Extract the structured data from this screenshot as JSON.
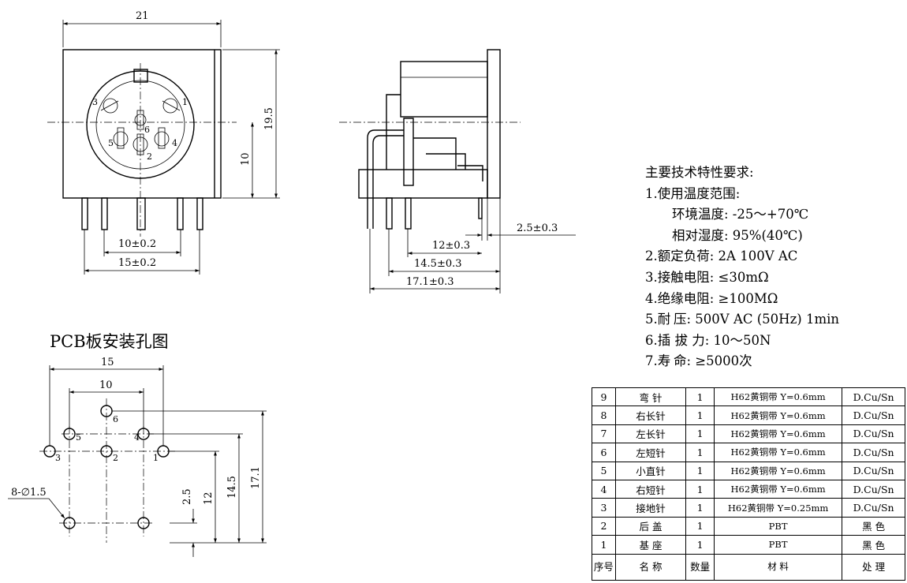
{
  "front_view": {
    "dim_width": "21",
    "dim_height": "19.5",
    "dim_center": "10",
    "dim_pins_inner": "10±0.2",
    "dim_pins_outer": "15±0.2",
    "pin_numbers": [
      "1",
      "2",
      "3",
      "4",
      "5",
      "6"
    ]
  },
  "side_view": {
    "dim_offset": "2.5±0.3",
    "dim_12": "12±0.3",
    "dim_14_5": "14.5±0.3",
    "dim_17_1": "17.1±0.3"
  },
  "pcb": {
    "title": "PCB板安装孔图",
    "dim_15": "15",
    "dim_10": "10",
    "dim_hole": "8-∅1.5",
    "dim_2_5": "2.5",
    "dim_12": "12",
    "dim_14_5": "14.5",
    "dim_17_1": "17.1",
    "hole_labels": [
      "6",
      "5",
      "4",
      "3",
      "2",
      "1"
    ]
  },
  "specs": {
    "heading": "主要技术特性要求:",
    "item1": "1.使用温度范围:",
    "item1a": "环境温度: -25～+70℃",
    "item1b": "相对湿度: 95%(40℃)",
    "item2": "2.额定负荷: 2A 100V AC",
    "item3": "3.接触电阻: ≤30mΩ",
    "item4": "4.绝缘电阻: ≥100MΩ",
    "item5_a": "5.耐",
    "item5_b": "压: 500V AC (50Hz) 1min",
    "item6": "6.插 拔 力: 10～50N",
    "item7_a": "7.寿",
    "item7_b": "命: ≥5000次"
  },
  "bom": {
    "rows": [
      {
        "no": "9",
        "name": "弯 针",
        "qty": "1",
        "material": "H62黄铜带 Y=0.6mm",
        "finish": "D.Cu/Sn"
      },
      {
        "no": "8",
        "name": "右长针",
        "qty": "1",
        "material": "H62黄铜带 Y=0.6mm",
        "finish": "D.Cu/Sn"
      },
      {
        "no": "7",
        "name": "左长针",
        "qty": "1",
        "material": "H62黄铜带 Y=0.6mm",
        "finish": "D.Cu/Sn"
      },
      {
        "no": "6",
        "name": "左短针",
        "qty": "1",
        "material": "H62黄铜带 Y=0.6mm",
        "finish": "D.Cu/Sn"
      },
      {
        "no": "5",
        "name": "小直针",
        "qty": "1",
        "material": "H62黄铜带 Y=0.6mm",
        "finish": "D.Cu/Sn"
      },
      {
        "no": "4",
        "name": "右短针",
        "qty": "1",
        "material": "H62黄铜带 Y=0.6mm",
        "finish": "D.Cu/Sn"
      },
      {
        "no": "3",
        "name": "接地针",
        "qty": "1",
        "material": "H62黄铜带 Y=0.25mm",
        "finish": "D.Cu/Sn"
      },
      {
        "no": "2",
        "name": "后 盖",
        "qty": "1",
        "material": "PBT",
        "finish": "黑 色"
      },
      {
        "no": "1",
        "name": "基 座",
        "qty": "1",
        "material": "PBT",
        "finish": "黑 色"
      }
    ],
    "header": {
      "no": "序号",
      "name": "名 称",
      "qty": "数量",
      "material": "材 料",
      "finish": "处 理"
    }
  }
}
